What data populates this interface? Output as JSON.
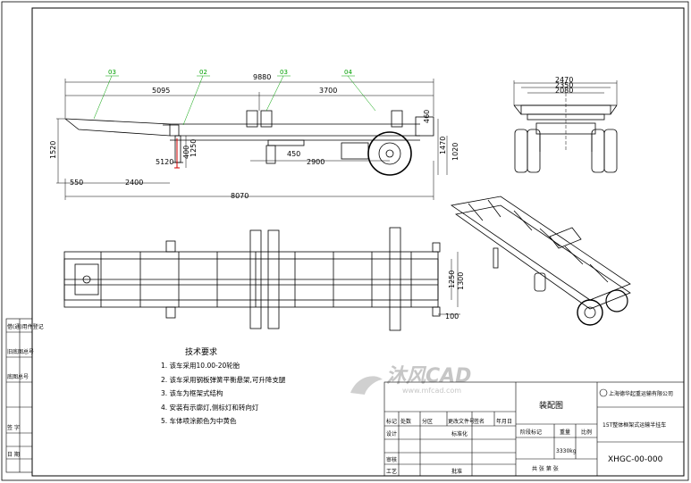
{
  "drawing": {
    "side_view": {
      "dim_overall_top": "9880",
      "dim_5095": "5095",
      "dim_3700": "3700",
      "dim_460": "460",
      "dim_1520": "1520",
      "dim_5120": "5120",
      "dim_1250": "1250",
      "dim_400": "400",
      "dim_450": "450",
      "dim_2900": "2900",
      "dim_1470": "1470",
      "dim_1020": "1020",
      "dim_550": "550",
      "dim_2400": "2400",
      "dim_8070": "8070"
    },
    "callouts": [
      "03",
      "02",
      "03",
      "04"
    ],
    "rear_view": {
      "dim_a": "2470",
      "dim_b": "2350",
      "dim_c": "2080"
    },
    "plan_view": {
      "dim_1250": "1250",
      "dim_1300": "1300",
      "dim_100": "100"
    },
    "notes": {
      "title": "技术要求",
      "items": [
        "1. 该车采用10.00-20轮胎",
        "2. 该车采用钢板弹簧平衡悬架,可升降支腿",
        "3. 该车为框架式结构",
        "4. 安装有示廓灯,侧标灯和转向灯",
        "5. 车体喷涂颜色为中黄色"
      ]
    },
    "left_strip": [
      "借(通)用件登记",
      "旧底图总号",
      "底图总号",
      "签 字",
      "日 期"
    ],
    "title_block": {
      "drawing_name": "装配图",
      "company": "上海德华起重运输有限公司",
      "product": "15T整体框架式运输半挂车",
      "drawing_no": "XHGC-00-000",
      "weight": "3330kg",
      "row_labels": [
        "标记",
        "处数",
        "分区",
        "更改文件号",
        "签名",
        "年月日"
      ],
      "design": "设计",
      "standardize": "标准化",
      "check": "审核",
      "process": "工艺",
      "approve": "批准",
      "stage_mark": "阶段标记",
      "weight_label": "重量",
      "scale_label": "比例",
      "sheets": "共  张  第  张"
    },
    "watermark": {
      "text": "沐风CAD",
      "url": "www.mfcad.com"
    }
  }
}
